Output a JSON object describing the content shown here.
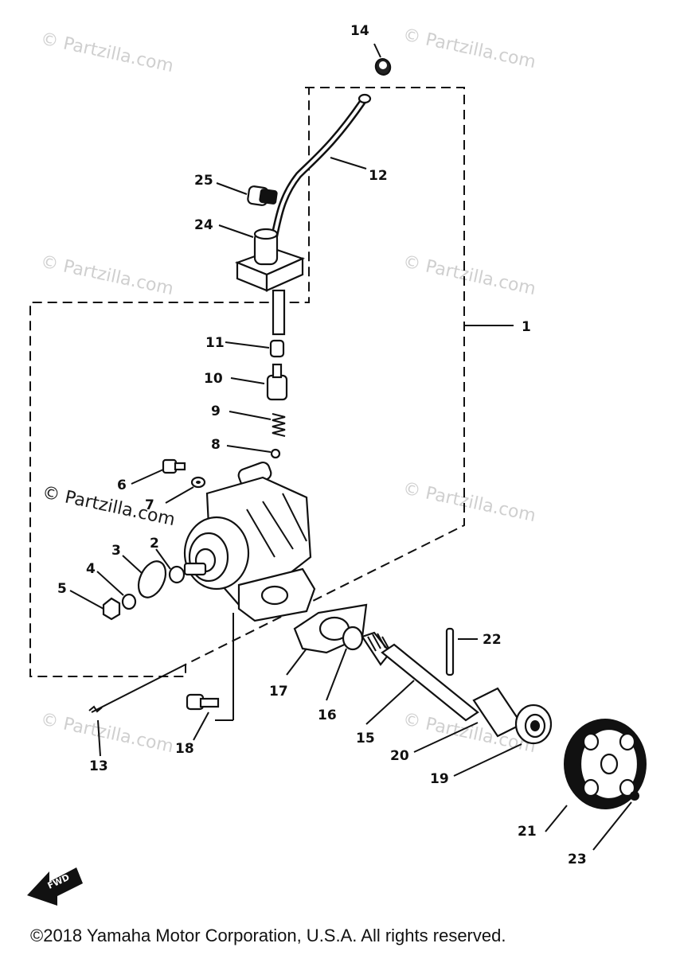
{
  "watermark": {
    "text": "© Partzilla.com"
  },
  "callouts": {
    "c1": "1",
    "c2": "2",
    "c3": "3",
    "c4": "4",
    "c5": "5",
    "c6": "6",
    "c7": "7",
    "c8": "8",
    "c9": "9",
    "c10": "10",
    "c11": "11",
    "c12": "12",
    "c13": "13",
    "c14": "14",
    "c15": "15",
    "c16": "16",
    "c17": "17",
    "c18": "18",
    "c19": "19",
    "c20": "20",
    "c21": "21",
    "c22": "22",
    "c23": "23",
    "c24": "24",
    "c25": "25"
  },
  "fwd_arrow_text": "FWD",
  "footer": {
    "copyright": "©2018  Yamaha Motor Corporation, U.S.A. All rights reserved."
  }
}
